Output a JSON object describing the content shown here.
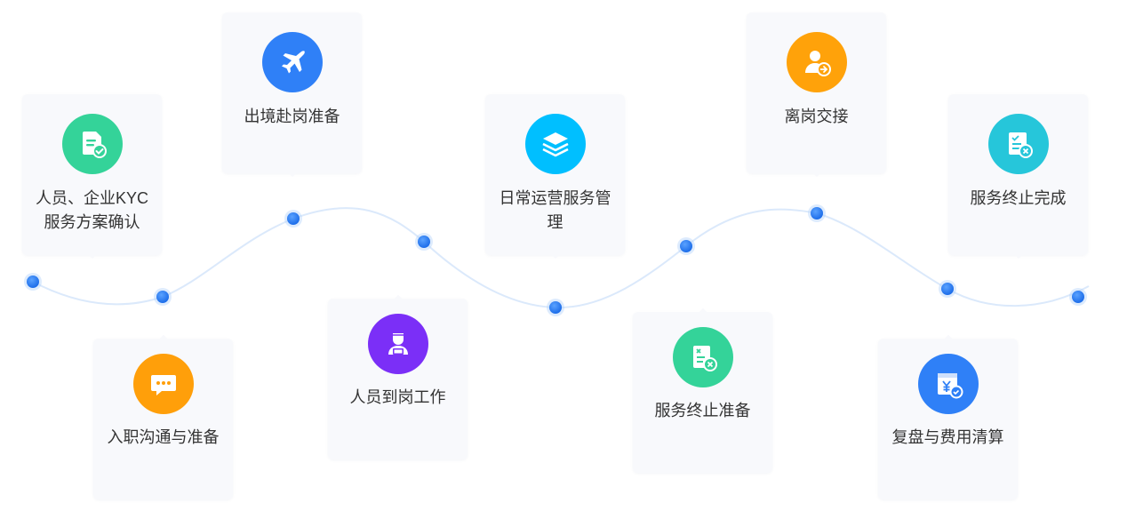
{
  "steps": [
    {
      "label": "人员、企业KYC\n服务方案确认",
      "icon": "document-check-icon",
      "color": "#34d399"
    },
    {
      "label": "入职沟通与准备",
      "icon": "chat-bubble-icon",
      "color": "#ff9f0a"
    },
    {
      "label": "出境赴岗准备",
      "icon": "airplane-icon",
      "color": "#2f80f7"
    },
    {
      "label": "人员到岗工作",
      "icon": "worker-icon",
      "color": "#7b2ff7"
    },
    {
      "label": "日常运营服务管\n理",
      "icon": "layers-icon",
      "color": "#00bfff"
    },
    {
      "label": "服务终止准备",
      "icon": "document-cancel-icon",
      "color": "#34d399"
    },
    {
      "label": "离岗交接",
      "icon": "user-exit-icon",
      "color": "#ffa20a"
    },
    {
      "label": "服务终止完成",
      "icon": "document-complete-icon",
      "color": "#26c6da"
    },
    {
      "label": "复盘与费用清算",
      "icon": "invoice-yen-icon",
      "color": "#2f80f7"
    }
  ]
}
